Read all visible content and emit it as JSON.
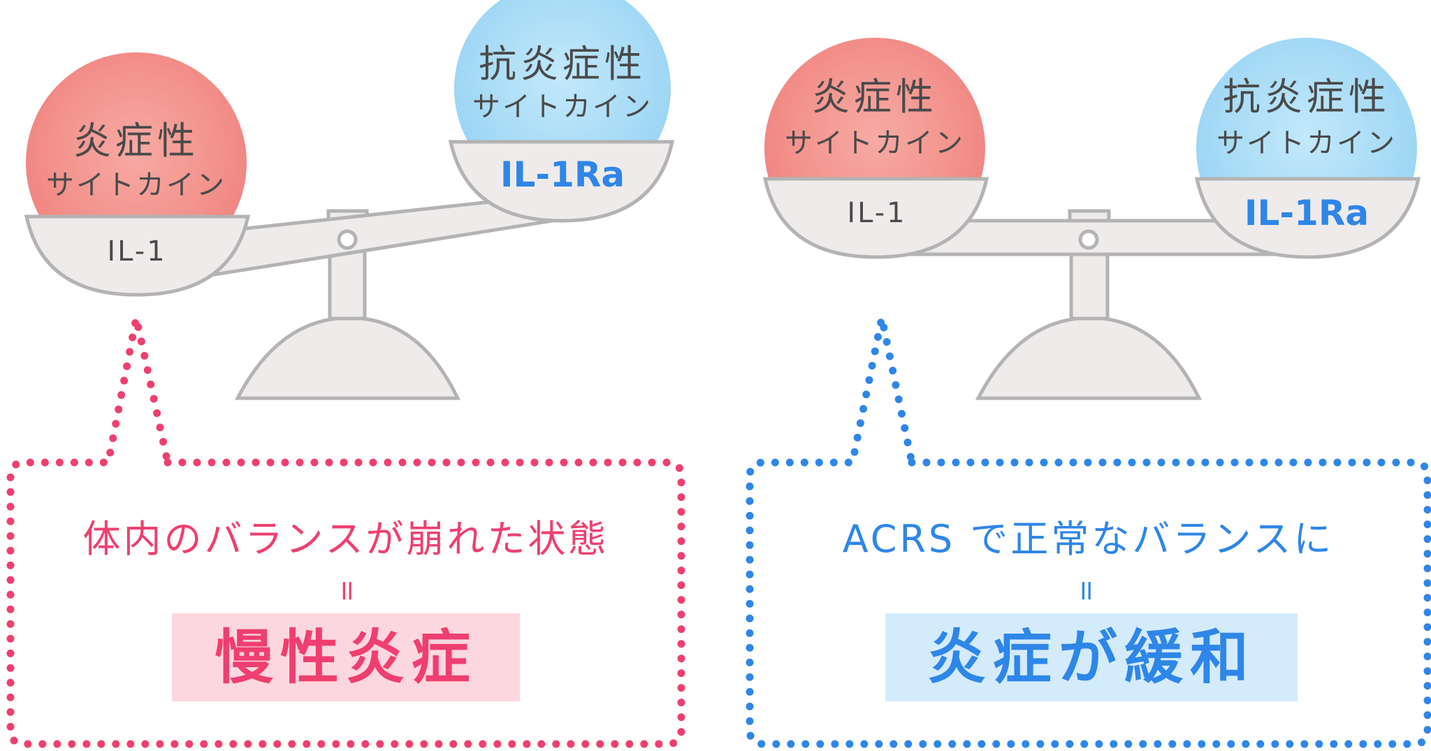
{
  "left_scale": {
    "heavy_ball": {
      "title": "炎症性",
      "subtitle": "サイトカイン",
      "pan_label": "IL-1"
    },
    "light_ball": {
      "title": "抗炎症性",
      "subtitle": "サイトカイン",
      "pan_label": "IL-1Ra"
    },
    "message": "体内のバランスが崩れた状態",
    "equals": "॥",
    "result": "慢性炎症"
  },
  "right_scale": {
    "left_ball": {
      "title": "炎症性",
      "subtitle": "サイトカイン",
      "pan_label": "IL-1"
    },
    "right_ball": {
      "title": "抗炎症性",
      "subtitle": "サイトカイン",
      "pan_label": "IL-1Ra"
    },
    "message": "ACRS で正常なバランスに",
    "equals": "॥",
    "result": "炎症が緩和"
  },
  "colors": {
    "pink_accent": "#ef3f6f",
    "blue_accent": "#2e86e8",
    "pink_ball": "#f38e8a",
    "blue_ball": "#a9dcf6",
    "scale_fill": "#efebeb",
    "scale_stroke": "#b3b3b3"
  }
}
